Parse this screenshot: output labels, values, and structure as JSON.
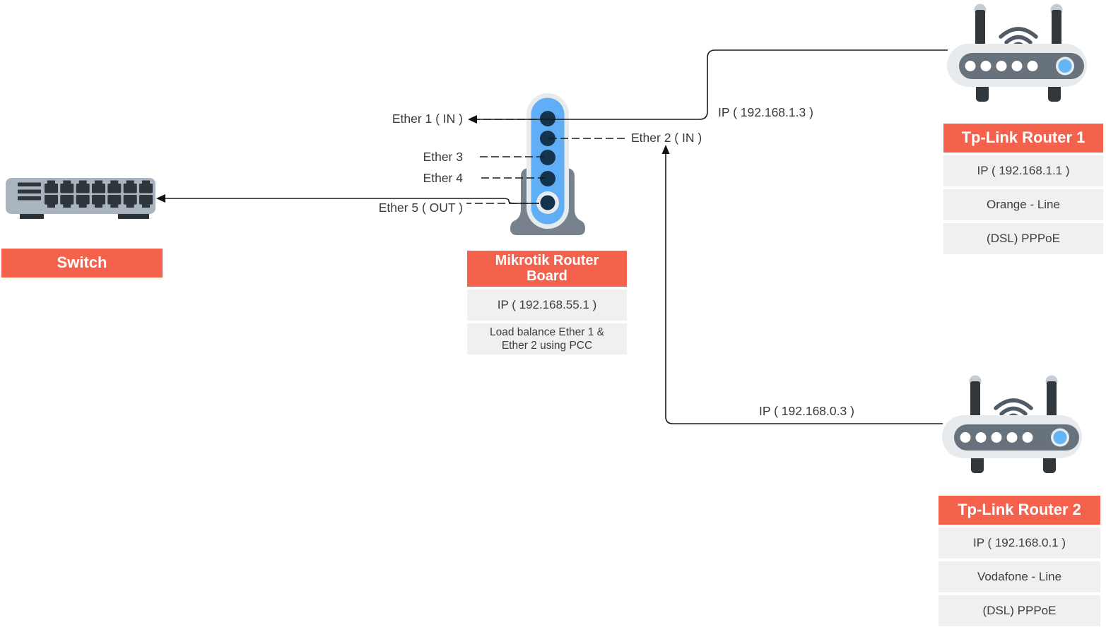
{
  "colors": {
    "accent_red": "#f4614d",
    "row_background": "#f0f0f0",
    "row_text": "#3d3d3d",
    "connector_line": "#1a1a1a",
    "router_blue": "#64b5f6",
    "device_gray": "#a9b4be",
    "device_dark": "#2f363b"
  },
  "devices": {
    "switch": {
      "title": "Switch"
    },
    "mikrotik": {
      "title": "Mikrotik Router Board",
      "ip": "IP ( 192.168.55.1 )",
      "note": "Load balance Ether 1 & Ether 2 using PCC"
    },
    "router1": {
      "title": "Tp-Link Router 1",
      "ip": "IP ( 192.168.1.1 )",
      "line": "Orange - Line",
      "mode": "(DSL) PPPoE"
    },
    "router2": {
      "title": "Tp-Link Router 2",
      "ip": "IP ( 192.168.0.1 )",
      "line": "Vodafone - Line",
      "mode": "(DSL) PPPoE"
    }
  },
  "port_labels": {
    "ether1": "Ether 1 ( IN )",
    "ether2": "Ether 2 ( IN )",
    "ether3": "Ether 3",
    "ether4": "Ether 4",
    "ether5": "Ether 5 ( OUT )"
  },
  "connection_labels": {
    "to_router1": "IP ( 192.168.1.3 )",
    "to_router2": "IP ( 192.168.0.3 )"
  }
}
